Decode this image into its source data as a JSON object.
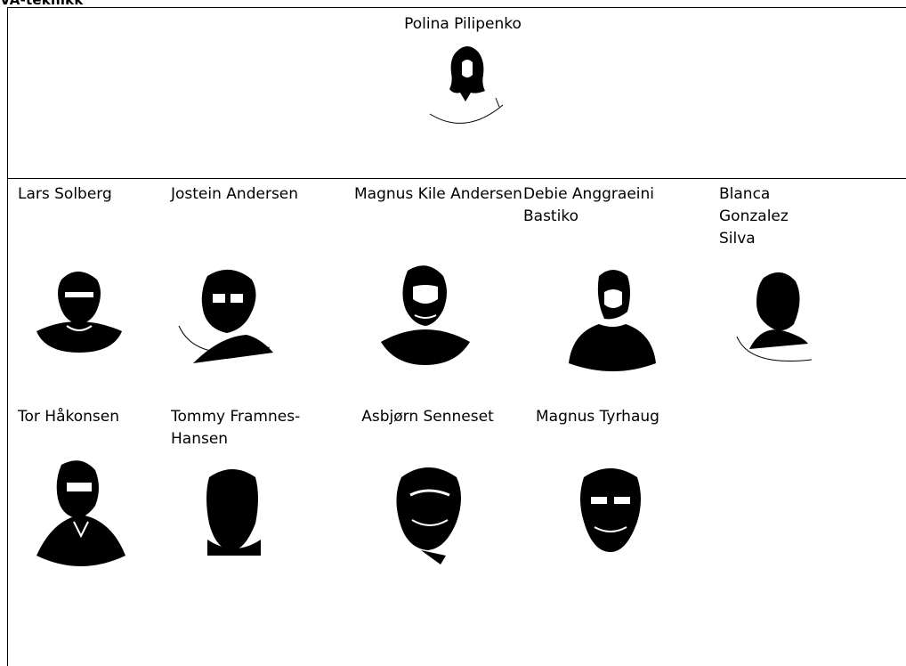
{
  "section": {
    "title": "VA-teknikk"
  },
  "leader": {
    "name": "Polina Pilipenko",
    "photo_icon": "person-photo-icon"
  },
  "members": [
    {
      "name": "Lars Solberg",
      "photo_icon": "person-photo-icon"
    },
    {
      "name": "Jostein Andersen",
      "photo_icon": "person-photo-icon"
    },
    {
      "name": "Magnus Kile Andersen",
      "photo_icon": "person-photo-icon"
    },
    {
      "name": "Debie Anggraeini Bastiko",
      "photo_icon": "person-photo-icon"
    },
    {
      "name": "Blanca Gonzalez Silva",
      "photo_icon": "person-photo-icon"
    },
    {
      "name": "Tor Håkonsen",
      "photo_icon": "person-photo-icon"
    },
    {
      "name": "Tommy Framnes-Hansen",
      "photo_icon": "person-photo-icon"
    },
    {
      "name": "Asbjørn Senneset",
      "photo_icon": "person-photo-icon"
    },
    {
      "name": "Magnus Tyrhaug",
      "photo_icon": "person-photo-icon"
    }
  ]
}
